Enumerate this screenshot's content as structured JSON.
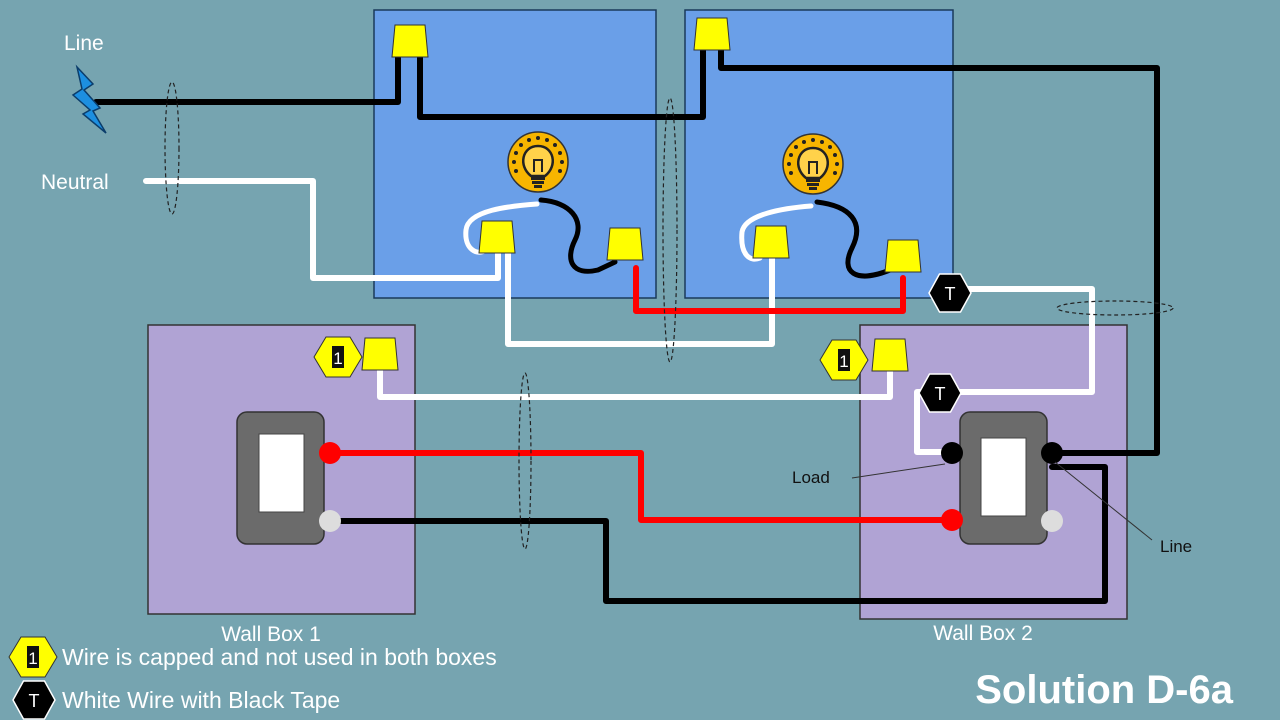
{
  "labels": {
    "line": "Line",
    "neutral": "Neutral",
    "load": "Load",
    "switch_line": "Line",
    "wall_box_1": "Wall Box 1",
    "wall_box_2": "Wall Box 2",
    "title": "Solution D-6a"
  },
  "badges": {
    "capped_marker": "1",
    "tape_marker": "T"
  },
  "legend": {
    "capped": {
      "marker": "1",
      "text": "Wire is capped and not used in both boxes"
    },
    "tape": {
      "marker": "T",
      "text": "White Wire with Black Tape"
    }
  },
  "colors": {
    "background": "#76a4b0",
    "light_box": "#6a9fe8",
    "wall_box": "#b0a3d4",
    "wire_hot": "#000000",
    "wire_neutral": "#ffffff",
    "wire_traveler": "#ff0000",
    "wire_nut": "#ffff00",
    "switch_body": "#6b6b6b"
  },
  "icons": [
    "lightning-bolt-icon",
    "light-bulb-icon",
    "wire-nut-icon",
    "switch-icon"
  ]
}
